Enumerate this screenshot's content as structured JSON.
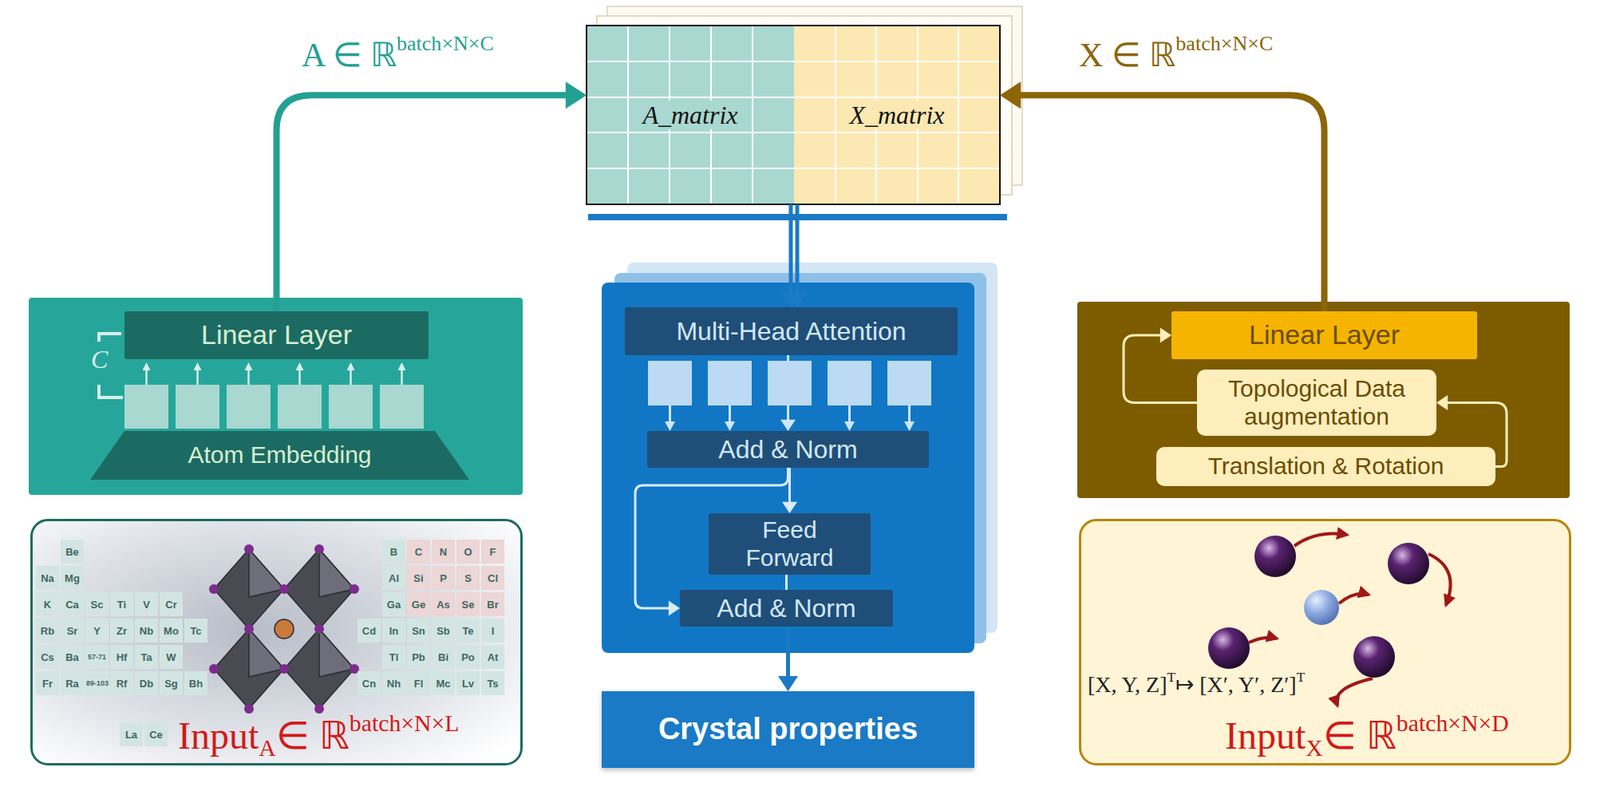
{
  "diagram": {
    "nodes": [
      {
        "text": [
          "Linear Layer"
        ]
      },
      {
        "text": [
          "Atom Embedding"
        ]
      },
      {
        "text": [
          "A_matrix"
        ]
      },
      {
        "text": [
          "X_matrix"
        ]
      },
      {
        "text": [
          "Multi-Head Attention"
        ]
      },
      {
        "text": [
          "Add & Norm"
        ]
      },
      {
        "text": [
          "Feed Forward"
        ]
      },
      {
        "text": [
          "Add & Norm"
        ]
      },
      {
        "text": [
          "Crystal properties"
        ]
      },
      {
        "text": [
          "Linear Layer"
        ]
      },
      {
        "text": [
          "Topological Data augmentation"
        ]
      },
      {
        "text": [
          "Translation & Rotation"
        ]
      },
      {
        "text": [
          "Input",
          "A",
          "∈ ℝ",
          "batch×N×L"
        ]
      },
      {
        "text": [
          "[X, Y, Z]",
          "T",
          "↦ [X′, Y′, Z′]",
          "T",
          "Input",
          "X",
          "∈ ℝ",
          "batch×N×D"
        ]
      }
    ],
    "edges": [
      {
        "from": 0,
        "to": 2,
        "arrow": "to"
      },
      {
        "from": 9,
        "to": 3,
        "arrow": "to"
      },
      {
        "from": 2,
        "to": 4,
        "arrow": "to"
      },
      {
        "from": 3,
        "to": 4,
        "arrow": "to"
      },
      {
        "from": 4,
        "to": 5,
        "arrow": "to"
      },
      {
        "from": 5,
        "to": 6,
        "arrow": "to"
      },
      {
        "from": 6,
        "to": 7,
        "arrow": "none"
      },
      {
        "from": 5,
        "to": 7,
        "arrow": "to"
      },
      {
        "from": 7,
        "to": 8,
        "arrow": "to"
      },
      {
        "from": 11,
        "to": 10,
        "arrow": "to"
      },
      {
        "from": 10,
        "to": 9,
        "arrow": "to"
      }
    ],
    "labels": [
      "A ∈ ℝ",
      "batch×N×C",
      "X ∈ ℝ",
      "batch×N×C",
      "C",
      "Be",
      "Na",
      "Mg",
      "K",
      "Ca",
      "Sc",
      "Ti",
      "V",
      "Cr",
      "Rb",
      "Sr",
      "Y",
      "Zr",
      "Nb",
      "Mo",
      "Tc",
      "Cs",
      "Ba",
      "57-71",
      "Hf",
      "Ta",
      "W",
      "Fr",
      "Ra",
      "89-103",
      "Rf",
      "Db",
      "Sg",
      "Bh",
      "B",
      "C",
      "N",
      "O",
      "F",
      "Al",
      "Si",
      "P",
      "S",
      "Cl",
      "Ga",
      "Ge",
      "As",
      "Se",
      "Br",
      "Cd",
      "In",
      "Sn",
      "Sb",
      "Te",
      "I",
      "Tl",
      "Pb",
      "Bi",
      "Po",
      "At",
      "Cn",
      "Nh",
      "Fl",
      "Mc",
      "Lv",
      "Ts",
      "La",
      "Ce"
    ]
  }
}
